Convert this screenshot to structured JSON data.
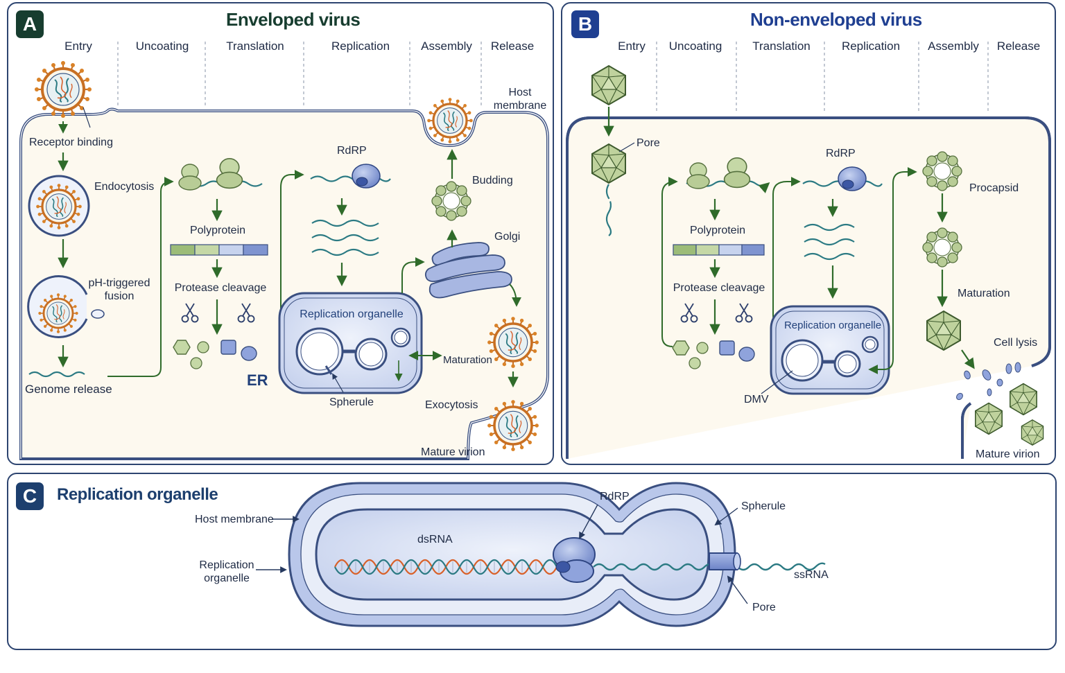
{
  "panel_a": {
    "badge": "A",
    "title": "Enveloped virus",
    "stages": [
      "Entry",
      "Uncoating",
      "Translation",
      "Replication",
      "Assembly",
      "Release"
    ],
    "labels": {
      "host_membrane": "Host membrane",
      "receptor_binding": "Receptor binding",
      "endocytosis": "Endocytosis",
      "ph_fusion": "pH-triggered fusion",
      "genome_release": "Genome release",
      "polyprotein": "Polyprotein",
      "protease_cleavage": "Protease cleavage",
      "er": "ER",
      "rdrp": "RdRP",
      "replication_organelle": "Replication organelle",
      "spherule": "Spherule",
      "budding": "Budding",
      "golgi": "Golgi",
      "maturation": "Maturation",
      "exocytosis": "Exocytosis",
      "mature_virion": "Mature virion"
    }
  },
  "panel_b": {
    "badge": "B",
    "title": "Non-enveloped virus",
    "stages": [
      "Entry",
      "Uncoating",
      "Translation",
      "Replication",
      "Assembly",
      "Release"
    ],
    "labels": {
      "pore": "Pore",
      "rdrp": "RdRP",
      "polyprotein": "Polyprotein",
      "protease_cleavage": "Protease cleavage",
      "replication_organelle": "Replication organelle",
      "dmv": "DMV",
      "procapsid": "Procapsid",
      "maturation": "Maturation",
      "cell_lysis": "Cell lysis",
      "mature_virion": "Mature virion"
    }
  },
  "panel_c": {
    "badge": "C",
    "title": "Replication organelle",
    "labels": {
      "host_membrane": "Host membrane",
      "replication_organelle": "Replication organelle",
      "dsrna": "dsRNA",
      "rdrp": "RdRP",
      "spherule": "Spherule",
      "ssrna": "ssRNA",
      "pore": "Pore"
    }
  },
  "colors": {
    "navy": "#1d3f6e",
    "title_a": "#173d2f",
    "title_b": "#1f3f91",
    "arrow_green": "#2f6b2a",
    "membrane": "#3a4f80",
    "organelle_fill": "#dde4f4",
    "rna_teal": "#2b7a83",
    "rna_orange": "#d8612a",
    "capsid_green": "#b8cc96",
    "spike_orange": "#c86f22",
    "cell_fill": "#fdf9ef"
  },
  "icons": [
    "enveloped-virion-icon",
    "icosahedral-capsid-icon",
    "rdrp-enzyme-icon",
    "scissors-icon",
    "golgi-icon",
    "rna-strand-icon"
  ]
}
